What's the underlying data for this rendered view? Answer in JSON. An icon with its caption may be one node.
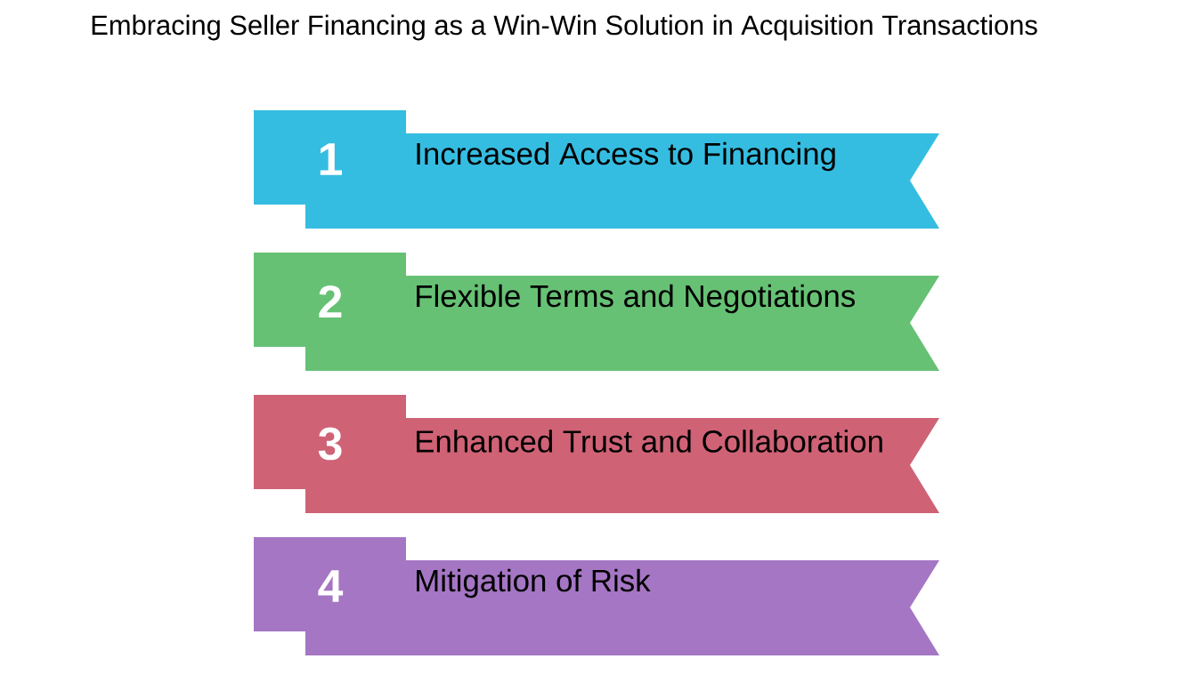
{
  "diagram": {
    "title": "Embracing Seller Financing as a Win-Win Solution in Acquisition Transactions",
    "nodes": [
      {
        "text": [
          "1",
          "Increased Access to Financing"
        ]
      },
      {
        "text": [
          "2",
          "Flexible Terms and Negotiations"
        ]
      },
      {
        "text": [
          "3",
          "Enhanced Trust and Collaboration"
        ]
      },
      {
        "text": [
          "4",
          "Mitigation of Risk"
        ]
      }
    ]
  }
}
